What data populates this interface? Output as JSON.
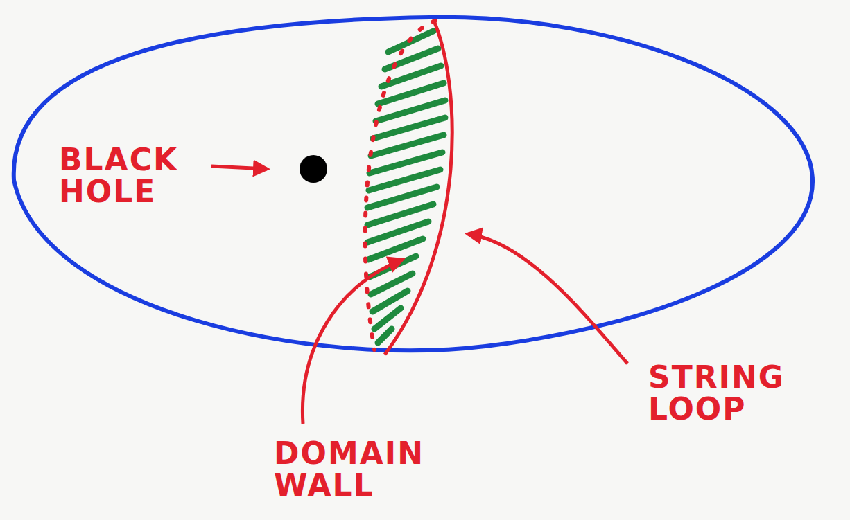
{
  "diagram": {
    "labels": [
      "BLACK HOLE",
      "DOMAIN WALL",
      "STRING LOOP"
    ]
  }
}
